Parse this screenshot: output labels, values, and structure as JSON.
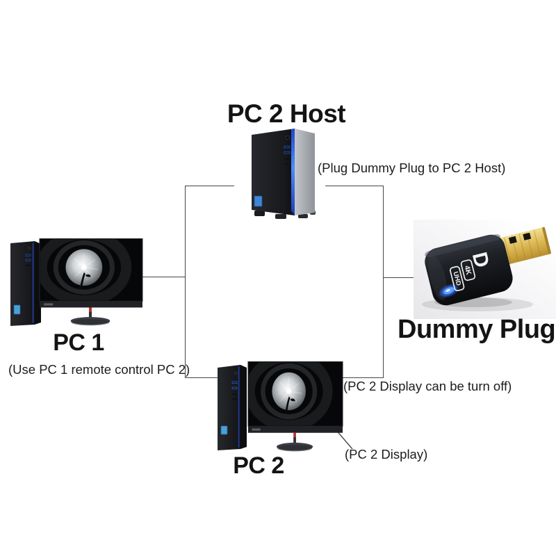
{
  "labels": {
    "pc2_host_title": "PC 2 Host",
    "pc2_host_note": "(Plug Dummy Plug to PC 2 Host)",
    "dummy_plug_title": "Dummy Plug",
    "pc1_title": "PC 1",
    "pc1_note": "(Use PC 1 remote control PC 2)",
    "pc2_title": "PC 2",
    "pc2_display_note": "(PC 2 Display can be turn off)",
    "pc2_display_label": "(PC 2 Display)"
  },
  "dummy_plug_markings": {
    "displayport_logo": "D",
    "badge_4k": "4K",
    "badge_uhd": "UHD"
  },
  "colors": {
    "background": "#ffffff",
    "text": "#1c1c1c",
    "connector_line": "#454545",
    "led_blue": "#2f6fff",
    "tower_led_stripe": "#2b5bd7",
    "monitor_stand_red": "#c03028",
    "plug_gold": "#d8b35a",
    "photo_background": "#ececee"
  }
}
